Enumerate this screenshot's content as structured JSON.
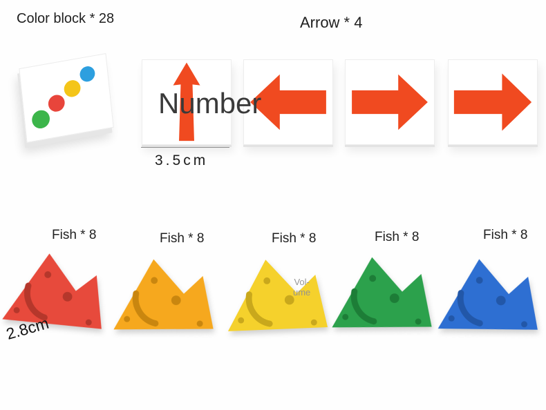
{
  "page": {
    "color_block_label": "Color block * 28",
    "arrow_label": "Arrow * 4",
    "arrow_size_label": "3.5cm",
    "fish_size_label": "2.8cm",
    "watermark_number": "Number",
    "watermark_volume_line1": "Vol-",
    "watermark_volume_line2": "ume"
  },
  "color_block": {
    "dot_colors": [
      "#3cb54a",
      "#e8453b",
      "#f4c519",
      "#2d9fdf"
    ]
  },
  "arrows": {
    "color": "#f04a20"
  },
  "fish": {
    "labels": [
      "Fish * 8",
      "Fish * 8",
      "Fish * 8",
      "Fish * 8",
      "Fish * 8"
    ],
    "colors": [
      "#e74a3c",
      "#f6a81e",
      "#f5d12c",
      "#2ca14c",
      "#2e6fd2"
    ],
    "dark_colors": [
      "#b5372b",
      "#c9860f",
      "#c9a81c",
      "#1d7d37",
      "#2257a8"
    ]
  }
}
